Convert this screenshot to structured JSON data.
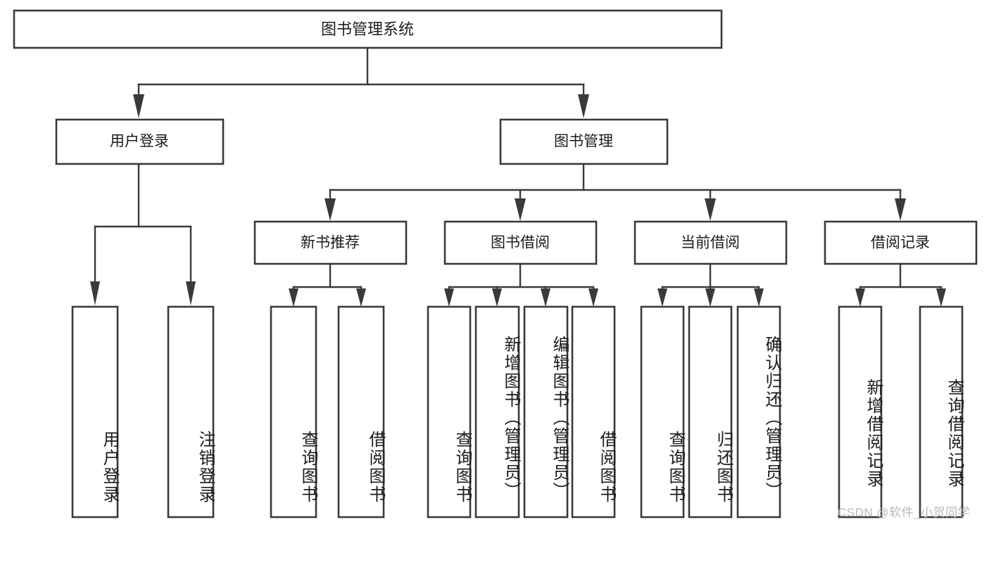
{
  "diagram": {
    "type": "tree",
    "title": "图书管理系统",
    "watermark": "CSDN @软件_小贺同学",
    "colors": {
      "stroke": "#3a3a3a",
      "fill": "#ffffff",
      "text": "#1c1c1c",
      "watermark": "#b9b9b9",
      "background": "#ffffff"
    },
    "levels": {
      "root": {
        "label": "图书管理系统"
      },
      "level2": [
        {
          "id": "user-login",
          "label": "用户登录"
        },
        {
          "id": "book-management",
          "label": "图书管理"
        }
      ],
      "level3": [
        {
          "id": "new-book-recommend",
          "label": "新书推荐",
          "parent": "book-management"
        },
        {
          "id": "book-borrow",
          "label": "图书借阅",
          "parent": "book-management"
        },
        {
          "id": "current-borrow",
          "label": "当前借阅",
          "parent": "book-management"
        },
        {
          "id": "borrow-record",
          "label": "借阅记录",
          "parent": "book-management"
        }
      ],
      "leaves": [
        {
          "id": "leaf-user-login",
          "label": "用户登录",
          "parent": "user-login"
        },
        {
          "id": "leaf-logout-login",
          "label": "注销登录",
          "parent": "user-login"
        },
        {
          "id": "leaf-query-book-1",
          "label": "查询图书",
          "parent": "new-book-recommend"
        },
        {
          "id": "leaf-borrow-book-1",
          "label": "借阅图书",
          "parent": "new-book-recommend"
        },
        {
          "id": "leaf-query-book-2",
          "label": "查询图书",
          "parent": "book-borrow"
        },
        {
          "id": "leaf-add-book",
          "label": "新增图书（管理员）",
          "parent": "book-borrow"
        },
        {
          "id": "leaf-edit-book",
          "label": "编辑图书（管理员）",
          "parent": "book-borrow"
        },
        {
          "id": "leaf-borrow-book-2",
          "label": "借阅图书",
          "parent": "book-borrow"
        },
        {
          "id": "leaf-query-book-3",
          "label": "查询图书",
          "parent": "current-borrow"
        },
        {
          "id": "leaf-return-book",
          "label": "归还图书",
          "parent": "current-borrow"
        },
        {
          "id": "leaf-confirm-return",
          "label": "确认归还（管理员）",
          "parent": "current-borrow"
        },
        {
          "id": "leaf-add-record",
          "label": "新增借阅记录",
          "parent": "borrow-record"
        },
        {
          "id": "leaf-query-record",
          "label": "查询借阅记录",
          "parent": "borrow-record"
        }
      ]
    }
  }
}
